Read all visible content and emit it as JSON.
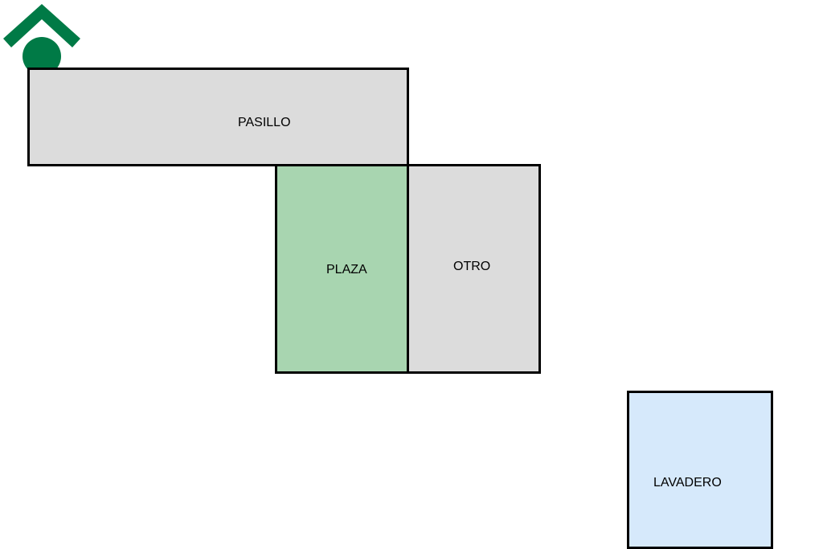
{
  "colors": {
    "corridor": "#dcdcdc",
    "plaza": "#a8d5b0",
    "other": "#dcdcdc",
    "laundry": "#d6e9fb",
    "outline": "#000000",
    "logo": "#007a46"
  },
  "logo": {
    "icon": "house-circle-logo-icon"
  },
  "rooms": {
    "pasillo": {
      "label": "PASILLO"
    },
    "plaza": {
      "label": "PLAZA"
    },
    "otro": {
      "label": "OTRO"
    },
    "lavadero": {
      "label": "LAVADERO"
    }
  }
}
